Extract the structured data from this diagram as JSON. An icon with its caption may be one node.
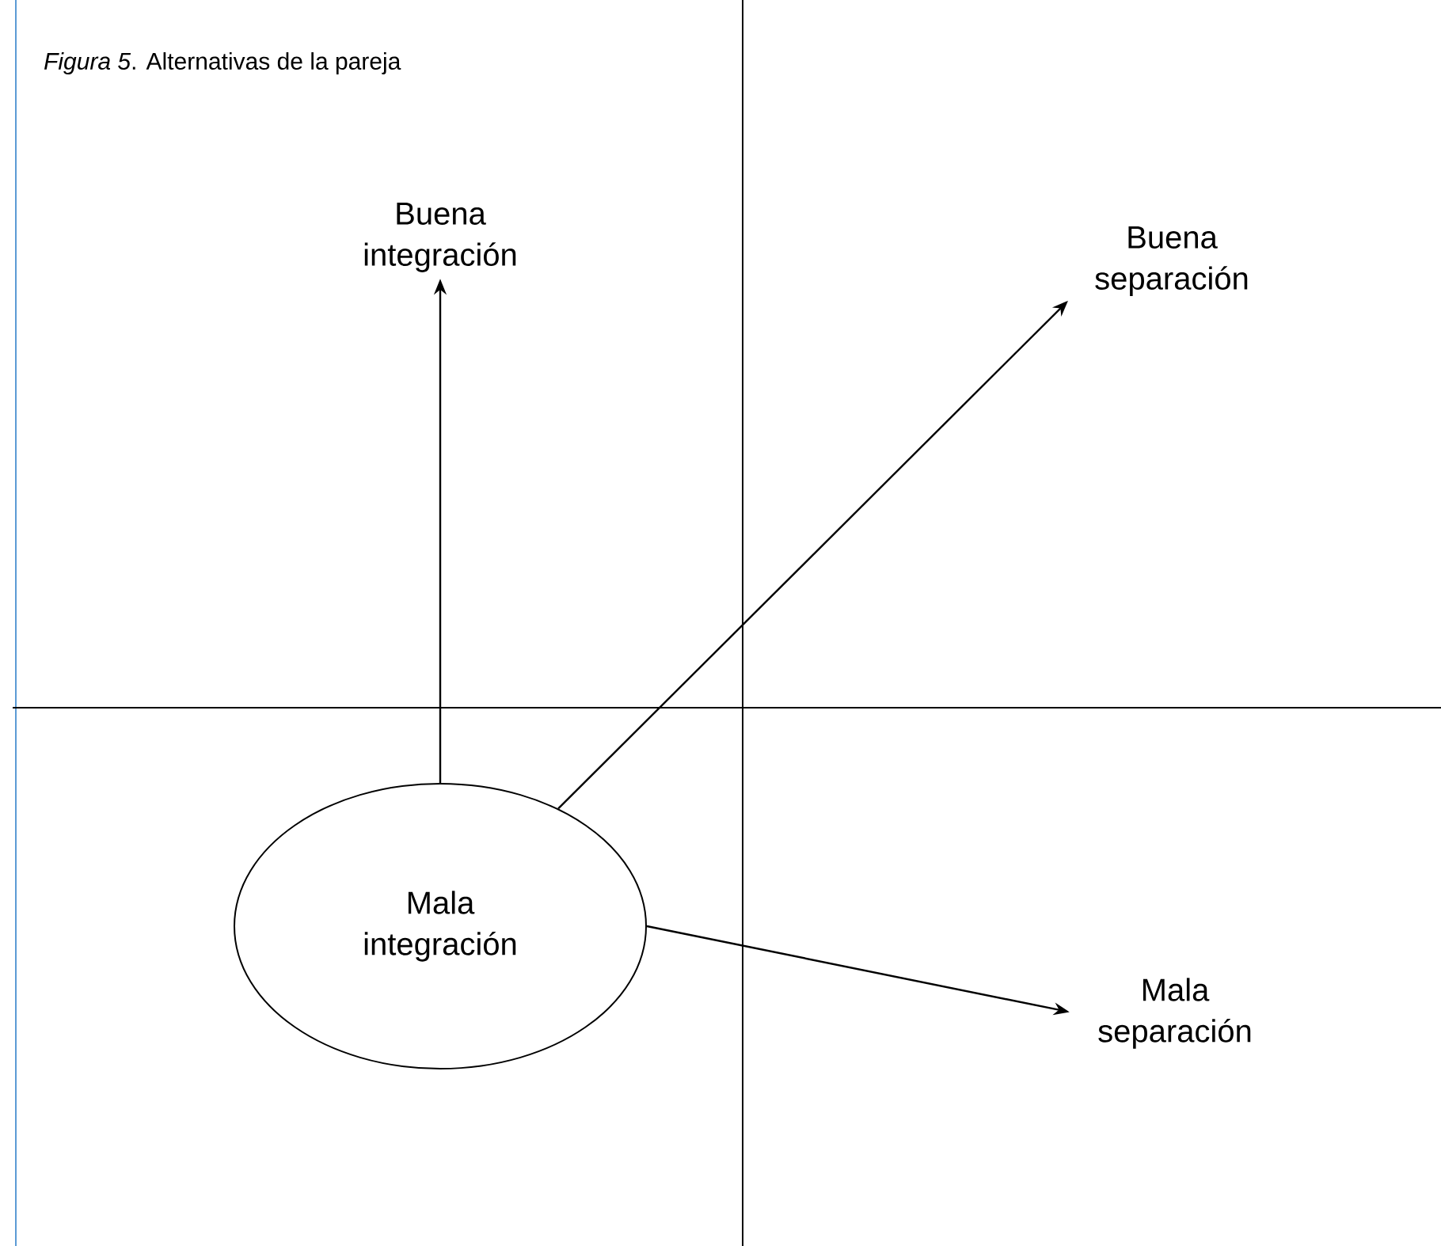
{
  "diagram": {
    "title": "*Figura 5*. Alternativas de la pareja",
    "nodes": [
      {
        "text": [
          "Buena integración"
        ]
      },
      {
        "text": [
          "Buena separación"
        ]
      },
      {
        "text": [
          "Mala integración"
        ]
      },
      {
        "text": [
          "Mala separación"
        ]
      }
    ],
    "edges": [
      {
        "from": 2,
        "to": 0,
        "arrow": "to"
      },
      {
        "from": 2,
        "to": 1,
        "arrow": "to"
      },
      {
        "from": 2,
        "to": 3,
        "arrow": "to"
      }
    ]
  }
}
